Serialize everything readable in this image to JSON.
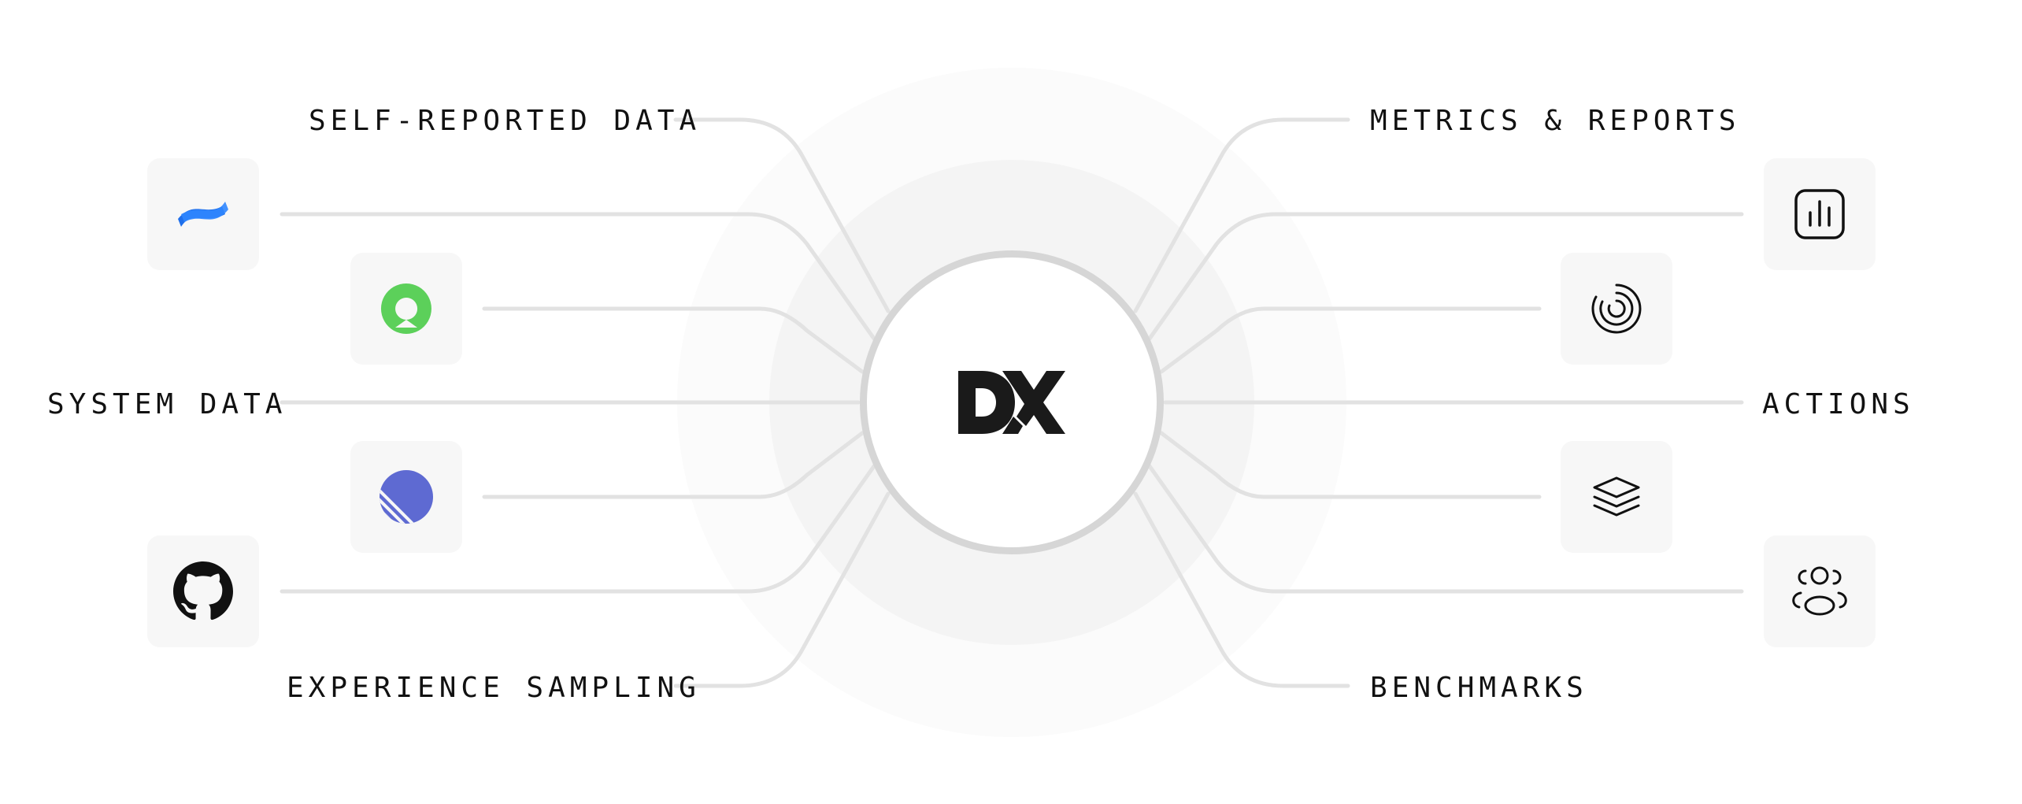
{
  "diagram": {
    "center": {
      "logo_text": "DX",
      "icon": "dx-logo-icon"
    },
    "labels": {
      "self_reported": "SELF-REPORTED DATA",
      "system_data": "SYSTEM DATA",
      "experience_sampling": "EXPERIENCE SAMPLING",
      "metrics_reports": "METRICS & REPORTS",
      "actions": "ACTIONS",
      "benchmarks": "BENCHMARKS"
    },
    "left_icons": [
      "confluence-icon",
      "green-ring-icon",
      "linear-icon",
      "github-icon"
    ],
    "right_icons": [
      "bar-chart-icon",
      "concentric-arcs-icon",
      "layers-icon",
      "users-icon"
    ],
    "colors": {
      "connector": "#e2e2e2",
      "tile_bg": "#f7f7f7",
      "hub_ring": "#d6d6d6",
      "halo": "#f4f4f4",
      "confluence_blue": "#1f6feb",
      "green": "#5cd05a",
      "linear_purple": "#5e6ad2",
      "text": "#111111"
    }
  }
}
